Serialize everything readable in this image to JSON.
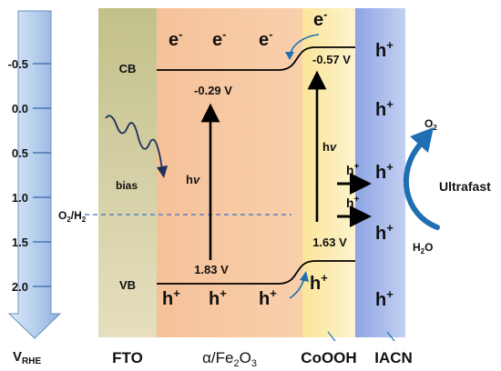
{
  "axis": {
    "ticks": [
      "-0.5",
      "0.0",
      "0.5",
      "1.0",
      "1.5",
      "2.0"
    ],
    "label_main": "V",
    "label_sub": "RHE"
  },
  "layers": {
    "fto": "FTO",
    "fe2o3_alpha": "α",
    "fe2o3_slash": "/Fe",
    "fe2o3_sub2": "2",
    "fe2o3_o": "O",
    "fe2o3_sub3": "3",
    "cooooh": "CoOOH",
    "iacn": "IACN"
  },
  "bands": {
    "cb": "CB",
    "vb": "VB",
    "fe2o3_cb_value": "-0.29 V",
    "fe2o3_vb_value": "1.83 V",
    "cooooh_cb_value": "-0.57 V",
    "cooooh_vb_value": "1.63 V",
    "redox_o2": "O",
    "redox_sub2": "2",
    "redox_h2": "/H",
    "redox_sub2b": "2"
  },
  "carriers": {
    "electron": "e",
    "electron_sup": "-",
    "hole": "h",
    "hole_sup": "+"
  },
  "labels": {
    "bias": "bias",
    "hv": "h",
    "hv_nu": "v",
    "o2": "O",
    "o2_sub": "2",
    "h2o_h": "H",
    "h2o_sub": "2",
    "h2o_o": "O",
    "ultrafast": "Ultrafast"
  },
  "colors": {
    "fto": "#c9c99a",
    "fe2o3": "#f7c7a0",
    "cooooh": "#fbeaa0",
    "iacn": "#9fb2e8",
    "axis_fill": "#b9d1ee",
    "arrow_blue": "#1f6fb2",
    "dashed_line": "#3b6fc4"
  }
}
